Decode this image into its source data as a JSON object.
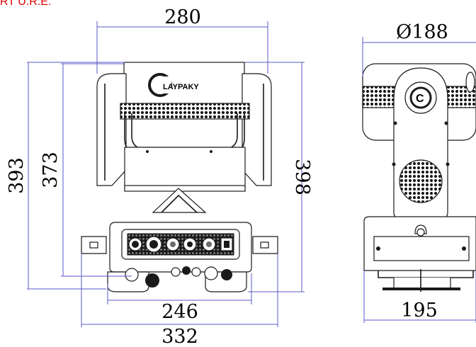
{
  "corner_label": "RT U.R.E.",
  "brand_logo_text": "LAYPAKY",
  "colors": {
    "dimension_line": "#5a5ac8",
    "outline": "#1a1a1a",
    "corner_label": "#e00000"
  },
  "dimensions": {
    "front_width": "280",
    "overall_height": "393",
    "yoke_height": "373",
    "right_height": "398",
    "base_width": "246",
    "base_overall_width": "332",
    "side_diameter": "Ø188",
    "side_base_width": "195"
  }
}
